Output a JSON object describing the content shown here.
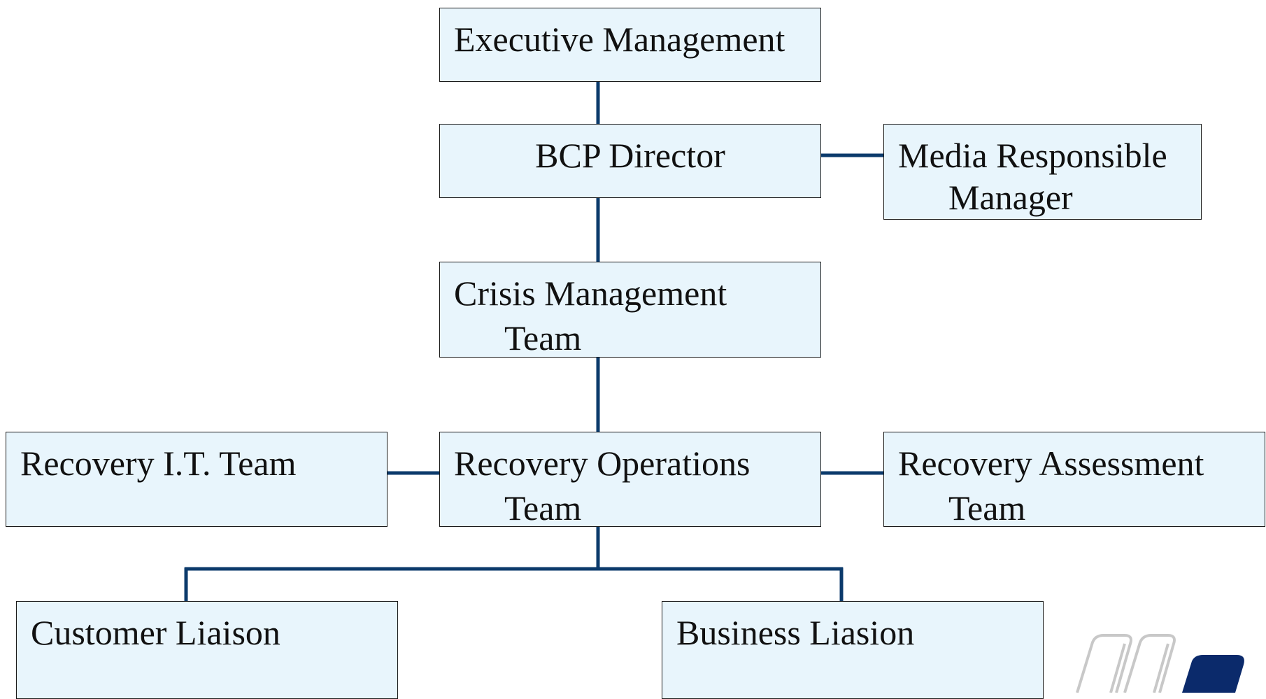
{
  "org_chart": {
    "nodes": {
      "executive_management": {
        "lines": [
          "Executive Management"
        ]
      },
      "bcp_director": {
        "lines": [
          "BCP Director"
        ]
      },
      "media_responsible_manager": {
        "lines": [
          "Media Responsible",
          "Manager"
        ]
      },
      "crisis_management_team": {
        "lines": [
          "Crisis Management",
          "Team"
        ]
      },
      "recovery_it_team": {
        "lines": [
          "Recovery I.T. Team"
        ]
      },
      "recovery_operations_team": {
        "lines": [
          "Recovery Operations",
          "Team"
        ]
      },
      "recovery_assessment_team": {
        "lines": [
          "Recovery Assessment",
          "Team"
        ]
      },
      "customer_liaison": {
        "lines": [
          "Customer Liaison"
        ]
      },
      "business_liasion": {
        "lines": [
          "Business Liasion"
        ]
      }
    },
    "connections": [
      [
        "Executive Management",
        "BCP Director"
      ],
      [
        "BCP Director",
        "Media Responsible Manager"
      ],
      [
        "BCP Director",
        "Crisis Management Team"
      ],
      [
        "Crisis Management Team",
        "Recovery Operations Team"
      ],
      [
        "Recovery Operations Team",
        "Recovery I.T. Team"
      ],
      [
        "Recovery Operations Team",
        "Recovery Assessment Team"
      ],
      [
        "Recovery Operations Team",
        "Customer Liaison"
      ],
      [
        "Recovery Operations Team",
        "Business Liasion"
      ]
    ]
  },
  "colors": {
    "node_fill": "#e8f5fc",
    "node_border": "#1a1a1a",
    "connector": "#0b3a6b",
    "logo_fill": "#0b2a6b",
    "logo_outline": "#c8c8c8"
  }
}
